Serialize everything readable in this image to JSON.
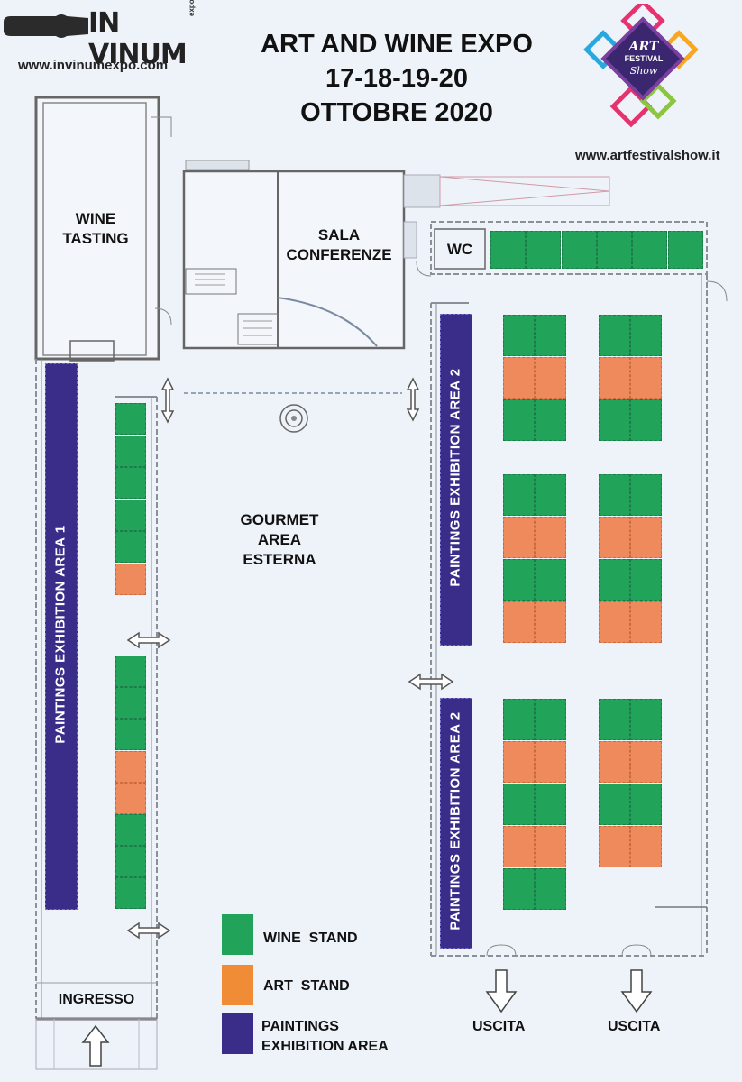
{
  "header": {
    "title_line1": "ART AND WINE EXPO",
    "title_line2": "17-18-19-20",
    "title_line3": "OTTOBRE 2020"
  },
  "brand_left": {
    "logo_text": "IN VINUM",
    "logo_subtext": "expo expo",
    "url": "www.invinumexpo.com"
  },
  "brand_right": {
    "logo_line1": "ART",
    "logo_line2": "FESTIVAL",
    "logo_line3": "Show",
    "url": "www.artfestivalshow.it",
    "colors": [
      "#e6336f",
      "#29a8e0",
      "#f7a823",
      "#8cc63f",
      "#7b3fa0"
    ]
  },
  "areas": {
    "wine_tasting": "WINE\nTASTING",
    "sala_conferenze": "SALA\nCONFERENZE",
    "wc": "WC",
    "gourmet": "GOURMET\nAREA\nESTERNA",
    "ingresso": "INGRESSO",
    "paintings_1": "PAINTINGS EXHIBITION AREA  1",
    "paintings_2a": "PAINTINGS EXHIBITION AREA  2",
    "paintings_2b": "PAINTINGS EXHIBITION AREA  2"
  },
  "exits": [
    "USCITA",
    "USCITA"
  ],
  "legend": [
    {
      "label": "WINE  STAND",
      "color": "#22a35a"
    },
    {
      "label": "ART  STAND",
      "color": "#f08c36"
    },
    {
      "label": "PAINTINGS\nEXHIBITION AREA",
      "color": "#3a2d8a"
    }
  ],
  "colors": {
    "wine_stand": "#22a35a",
    "art_stand": "#ee8a5c",
    "paintings": "#3a2d8a"
  }
}
